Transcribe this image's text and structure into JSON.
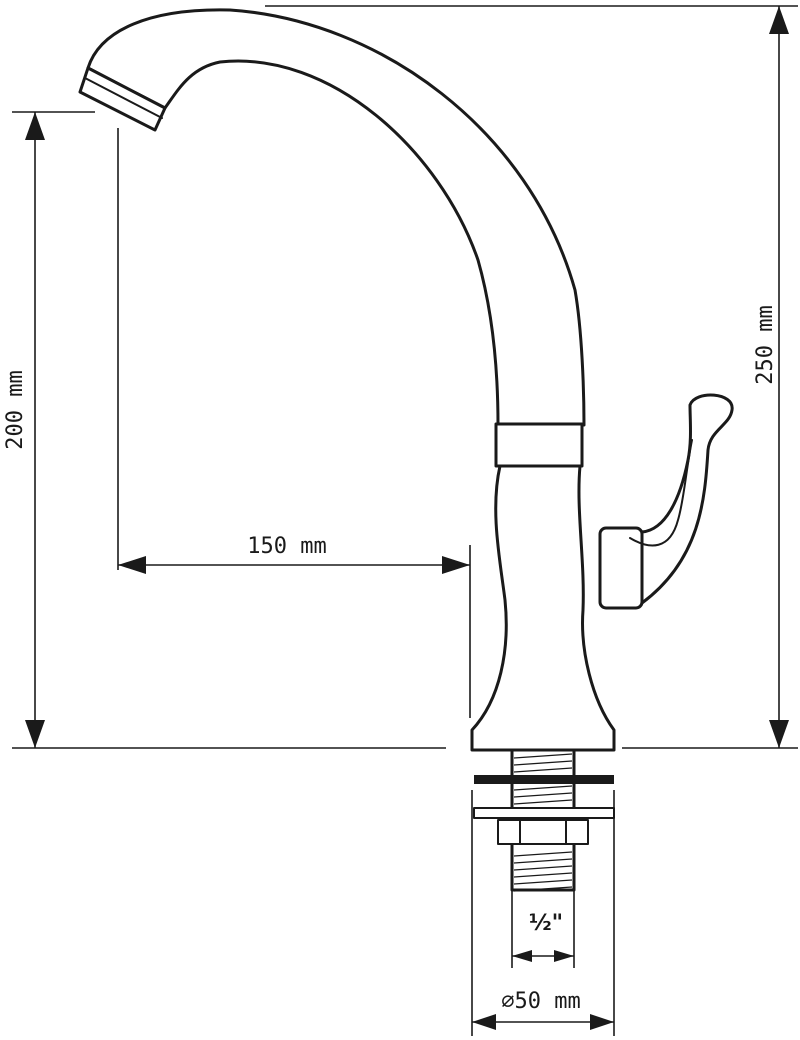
{
  "colors": {
    "line": "#1a1a1a",
    "background": "#ffffff"
  },
  "dimensions": {
    "height_to_spout": "200 mm",
    "total_height": "250 mm",
    "reach": "150 mm",
    "thread_size": "½\"",
    "base_diameter": "⌀50 mm"
  }
}
